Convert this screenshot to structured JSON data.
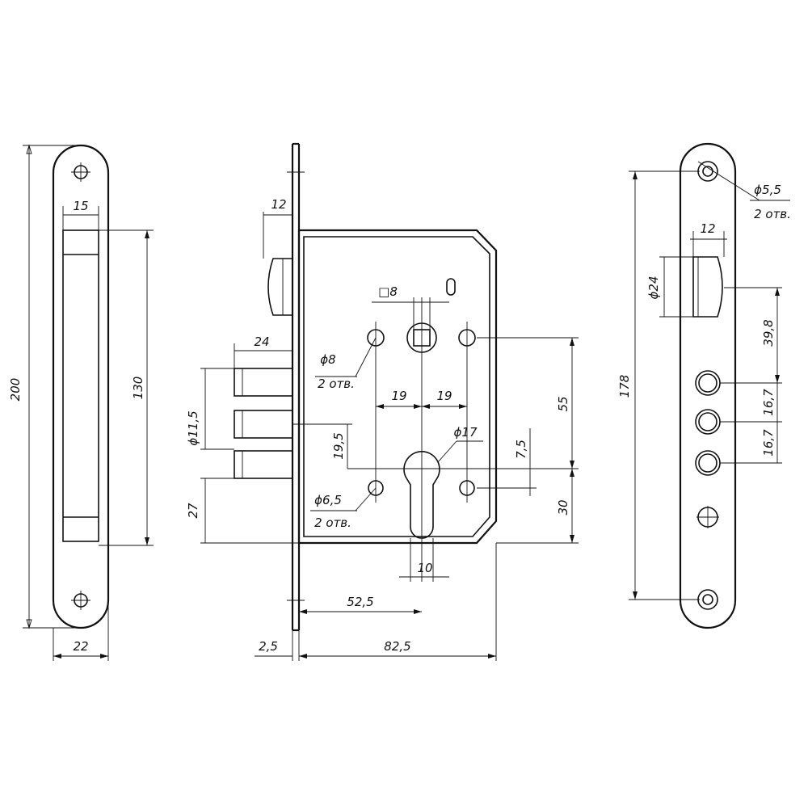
{
  "left_plate": {
    "height_total": "200",
    "height_inner": "130",
    "width_total": "22",
    "width_inner": "15"
  },
  "lock_body": {
    "faceplate_thickness": "12",
    "latch_projection": "24",
    "bolt_diameter": "ϕ11,5",
    "bottom_offset": "27",
    "faceplate_width": "2,5",
    "body_width": "82,5",
    "backset": "52,5",
    "spindle_square": "□8",
    "pin_hole_dia": "ϕ8",
    "pin_hole_count": "2 отв.",
    "hole_spacing_left": "19",
    "hole_spacing_right": "19",
    "center_distance": "55",
    "bolt_spacing": "19,5",
    "cylinder_dia": "ϕ17",
    "cylinder_offset": "7,5",
    "screw_hole_dia": "ϕ6,5",
    "screw_hole_count": "2 отв.",
    "cylinder_to_bottom": "30",
    "cylinder_width": "10"
  },
  "right_plate": {
    "screw_dia": "ϕ5,5",
    "screw_count": "2 отв.",
    "latch_width": "12",
    "latch_height": "ϕ24",
    "latch_to_bolt": "39,8",
    "bolt_pitch_1": "16,7",
    "bolt_pitch_2": "16,7",
    "mount_distance": "178"
  }
}
